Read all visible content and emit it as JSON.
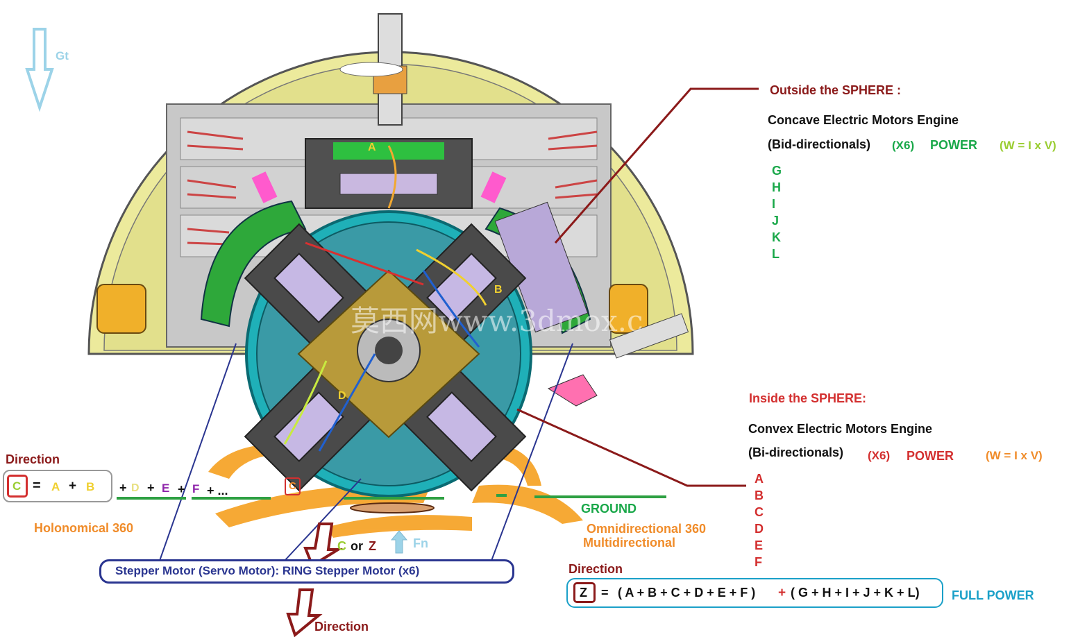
{
  "colors": {
    "dark_red": "#8b1a1a",
    "red": "#d32f2f",
    "green": "#1aa84a",
    "yellow_green": "#9acd32",
    "orange": "#f08c2a",
    "navy": "#2a3590",
    "light_blue": "#9cd3e8",
    "teal_blue": "#1aa0c8",
    "purple": "#8e24aa",
    "yellow": "#e6d23a"
  },
  "gravity": {
    "label": "Gt"
  },
  "outside": {
    "title": "Outside the SPHERE :",
    "engine": "Concave Electric Motors Engine",
    "dir_type": "(Bid-directionals)",
    "count": "(X6)",
    "power": "POWER",
    "formula": "(W = I x V)",
    "letters": [
      "G",
      "H",
      "I",
      "J",
      "K",
      "L"
    ]
  },
  "inside": {
    "title": "Inside the SPHERE:",
    "engine": "Convex Electric Motors Engine",
    "dir_type": "(Bi-directionals)",
    "count": "(X6)",
    "power": "POWER",
    "formula": "(W = I x V)",
    "letters": [
      "A",
      "B",
      "C",
      "D",
      "E",
      "F"
    ]
  },
  "left_formula": {
    "title": "Direction",
    "c": "C",
    "eq": "=",
    "a": "A",
    "plus": "+",
    "b": "B",
    "p1": "+",
    "d": "D",
    "p2": "+",
    "e": "E",
    "p3": "+",
    "f": "F",
    "tail": "+ ...",
    "c2": "C"
  },
  "holonomical": "Holonomical 360",
  "ground": "GROUND",
  "omni": {
    "line1": "Omnidirectional 360",
    "line2": "Multidirectional"
  },
  "c_or_z": {
    "c": "C",
    "or": "or",
    "z": "Z"
  },
  "fn": "Fn",
  "stepper": "Stepper Motor (Servo Motor):  RING Stepper Motor  (x6)",
  "bottom_direction": "Direction",
  "full": {
    "title": "Direction",
    "z": "Z",
    "eq": "=",
    "part1": "( A + B + C + D + E + F )",
    "plus": "+",
    "part2": "( G + H + I + J + K + L)",
    "label": "FULL POWER"
  },
  "diagram_labels": {
    "a": "A",
    "b": "B",
    "d": "D"
  },
  "watermark": "莫西网www.3dmox.c"
}
